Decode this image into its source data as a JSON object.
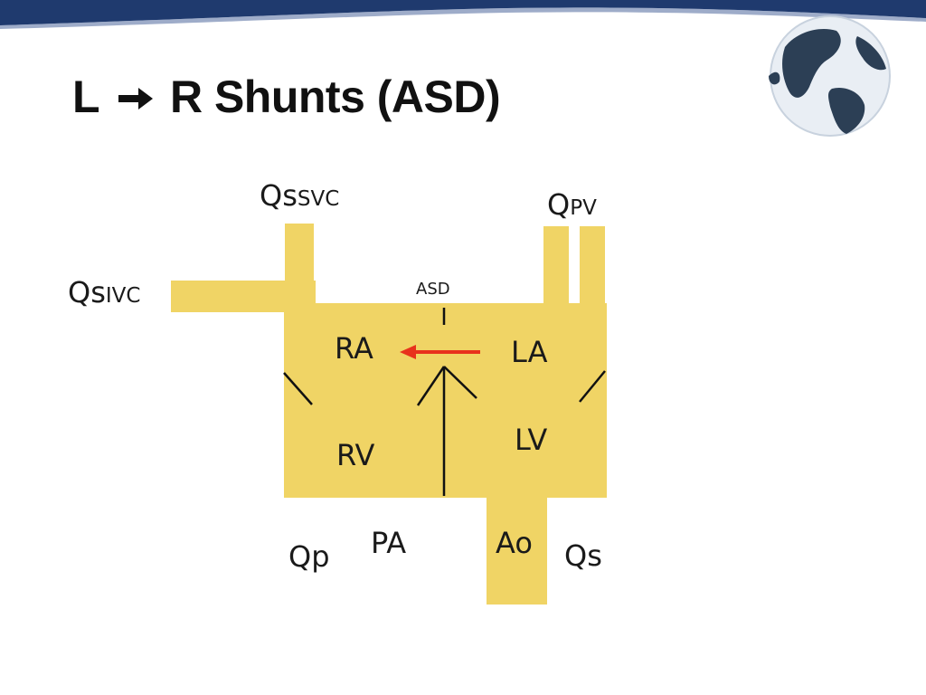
{
  "slide": {
    "title_left": "L",
    "title_right": "R Shunts (ASD)",
    "title_arrow_icon": "right-arrow-icon",
    "globe_icon": "globe-icon",
    "colors": {
      "banner": "#1f3a6e",
      "heart_fill": "#f0d465",
      "shunt_arrow": "#e8321c",
      "text": "#1a1a1a"
    }
  },
  "diagram": {
    "qs_svc": {
      "main": "Qs",
      "sub": "SVC"
    },
    "q_pv": {
      "main": "Q",
      "sub": "PV"
    },
    "qs_ivc": {
      "main": "Qs",
      "sub": "IVC"
    },
    "asd": "ASD",
    "ra": "RA",
    "la": "LA",
    "rv": "RV",
    "lv": "LV",
    "pa": "PA",
    "ao": "Ao",
    "qp": "Qp",
    "qs": "Qs"
  }
}
